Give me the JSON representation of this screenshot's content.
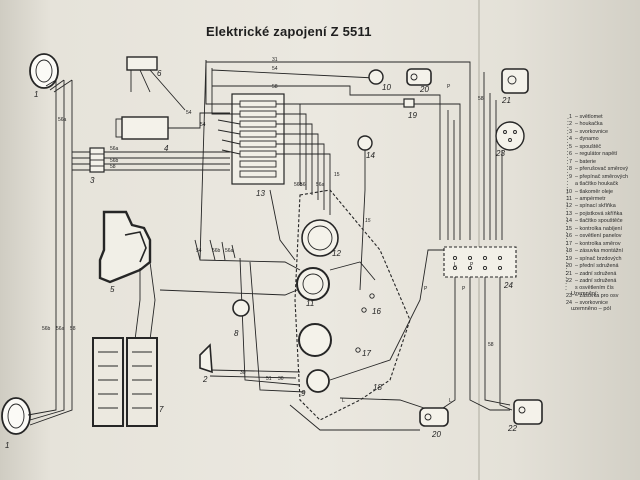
{
  "title": "Elektrické zapojení Z 5511",
  "component_numbers": [
    "1",
    "1",
    "2",
    "3",
    "4",
    "5",
    "6",
    "7",
    "8",
    "9",
    "10",
    "11",
    "12",
    "13",
    "14",
    "15",
    "16",
    "17",
    "18",
    "19",
    "20",
    "20",
    "21",
    "22",
    "23",
    "24"
  ],
  "wire_labels": [
    "31",
    "54",
    "58",
    "56a",
    "56b",
    "58",
    "15",
    "56b",
    "56a",
    "56",
    "P",
    "P",
    "58",
    "58",
    "L",
    "L",
    "P",
    "P",
    "L",
    "54",
    "30",
    "51",
    "30",
    "56b",
    "56a",
    "58",
    "56a",
    "56b",
    "54",
    "54",
    "56a"
  ],
  "legend": [
    {
      "num": "1",
      "text": "světlomet"
    },
    {
      "num": "2",
      "text": "houkačka"
    },
    {
      "num": "3",
      "text": "svorkovnice"
    },
    {
      "num": "4",
      "text": "dynamo"
    },
    {
      "num": "5",
      "text": "spouštěč"
    },
    {
      "num": "6",
      "text": "regulátor napětí"
    },
    {
      "num": "7",
      "text": "baterie"
    },
    {
      "num": "8",
      "text": "přerušovač směrový"
    },
    {
      "num": "9",
      "text": "přepínač směrových"
    },
    {
      "num": "",
      "text": "a tlačítko houkačk"
    },
    {
      "num": "10",
      "text": "tlakoměr oleje"
    },
    {
      "num": "11",
      "text": "ampérmetr"
    },
    {
      "num": "12",
      "text": "spínací skříňka"
    },
    {
      "num": "13",
      "text": "pojistková skříňka"
    },
    {
      "num": "14",
      "text": "tlačítko spouštěče"
    },
    {
      "num": "15",
      "text": "kontrolka nabíjení"
    },
    {
      "num": "16",
      "text": "osvětlení panelov"
    },
    {
      "num": "17",
      "text": "kontrolka směrov"
    },
    {
      "num": "18",
      "text": "zásuvka montážní"
    },
    {
      "num": "19",
      "text": "spínač brzdových"
    },
    {
      "num": "20",
      "text": "přední sdružená"
    },
    {
      "num": "21",
      "text": "zadní sdružená"
    },
    {
      "num": "22",
      "text": "zadní sdružená"
    },
    {
      "num": "",
      "text": "s osvětlením čís"
    },
    {
      "num": "23",
      "text": "zásuvka pro osv"
    },
    {
      "num": "24",
      "text": "svorkovnice"
    }
  ],
  "earth_note": "Uzemnění:",
  "earth_note2": "uzemněno – pól"
}
